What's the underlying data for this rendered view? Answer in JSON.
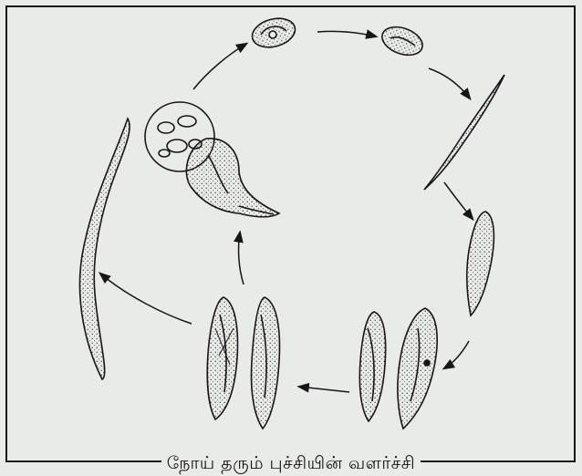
{
  "caption": "நோய் தரும் புச்சியின் வளர்ச்சி",
  "colors": {
    "ink": "#161616",
    "paper": "#e9ebe8"
  },
  "stages": [
    "oval-cell-top-left",
    "oval-cell-top-right",
    "thin-elongated-cell",
    "spindle-cell",
    "paired-dividing-cells-right",
    "paired-dividing-cells-left",
    "cyst-with-budding-cell",
    "long-curved-filament"
  ]
}
